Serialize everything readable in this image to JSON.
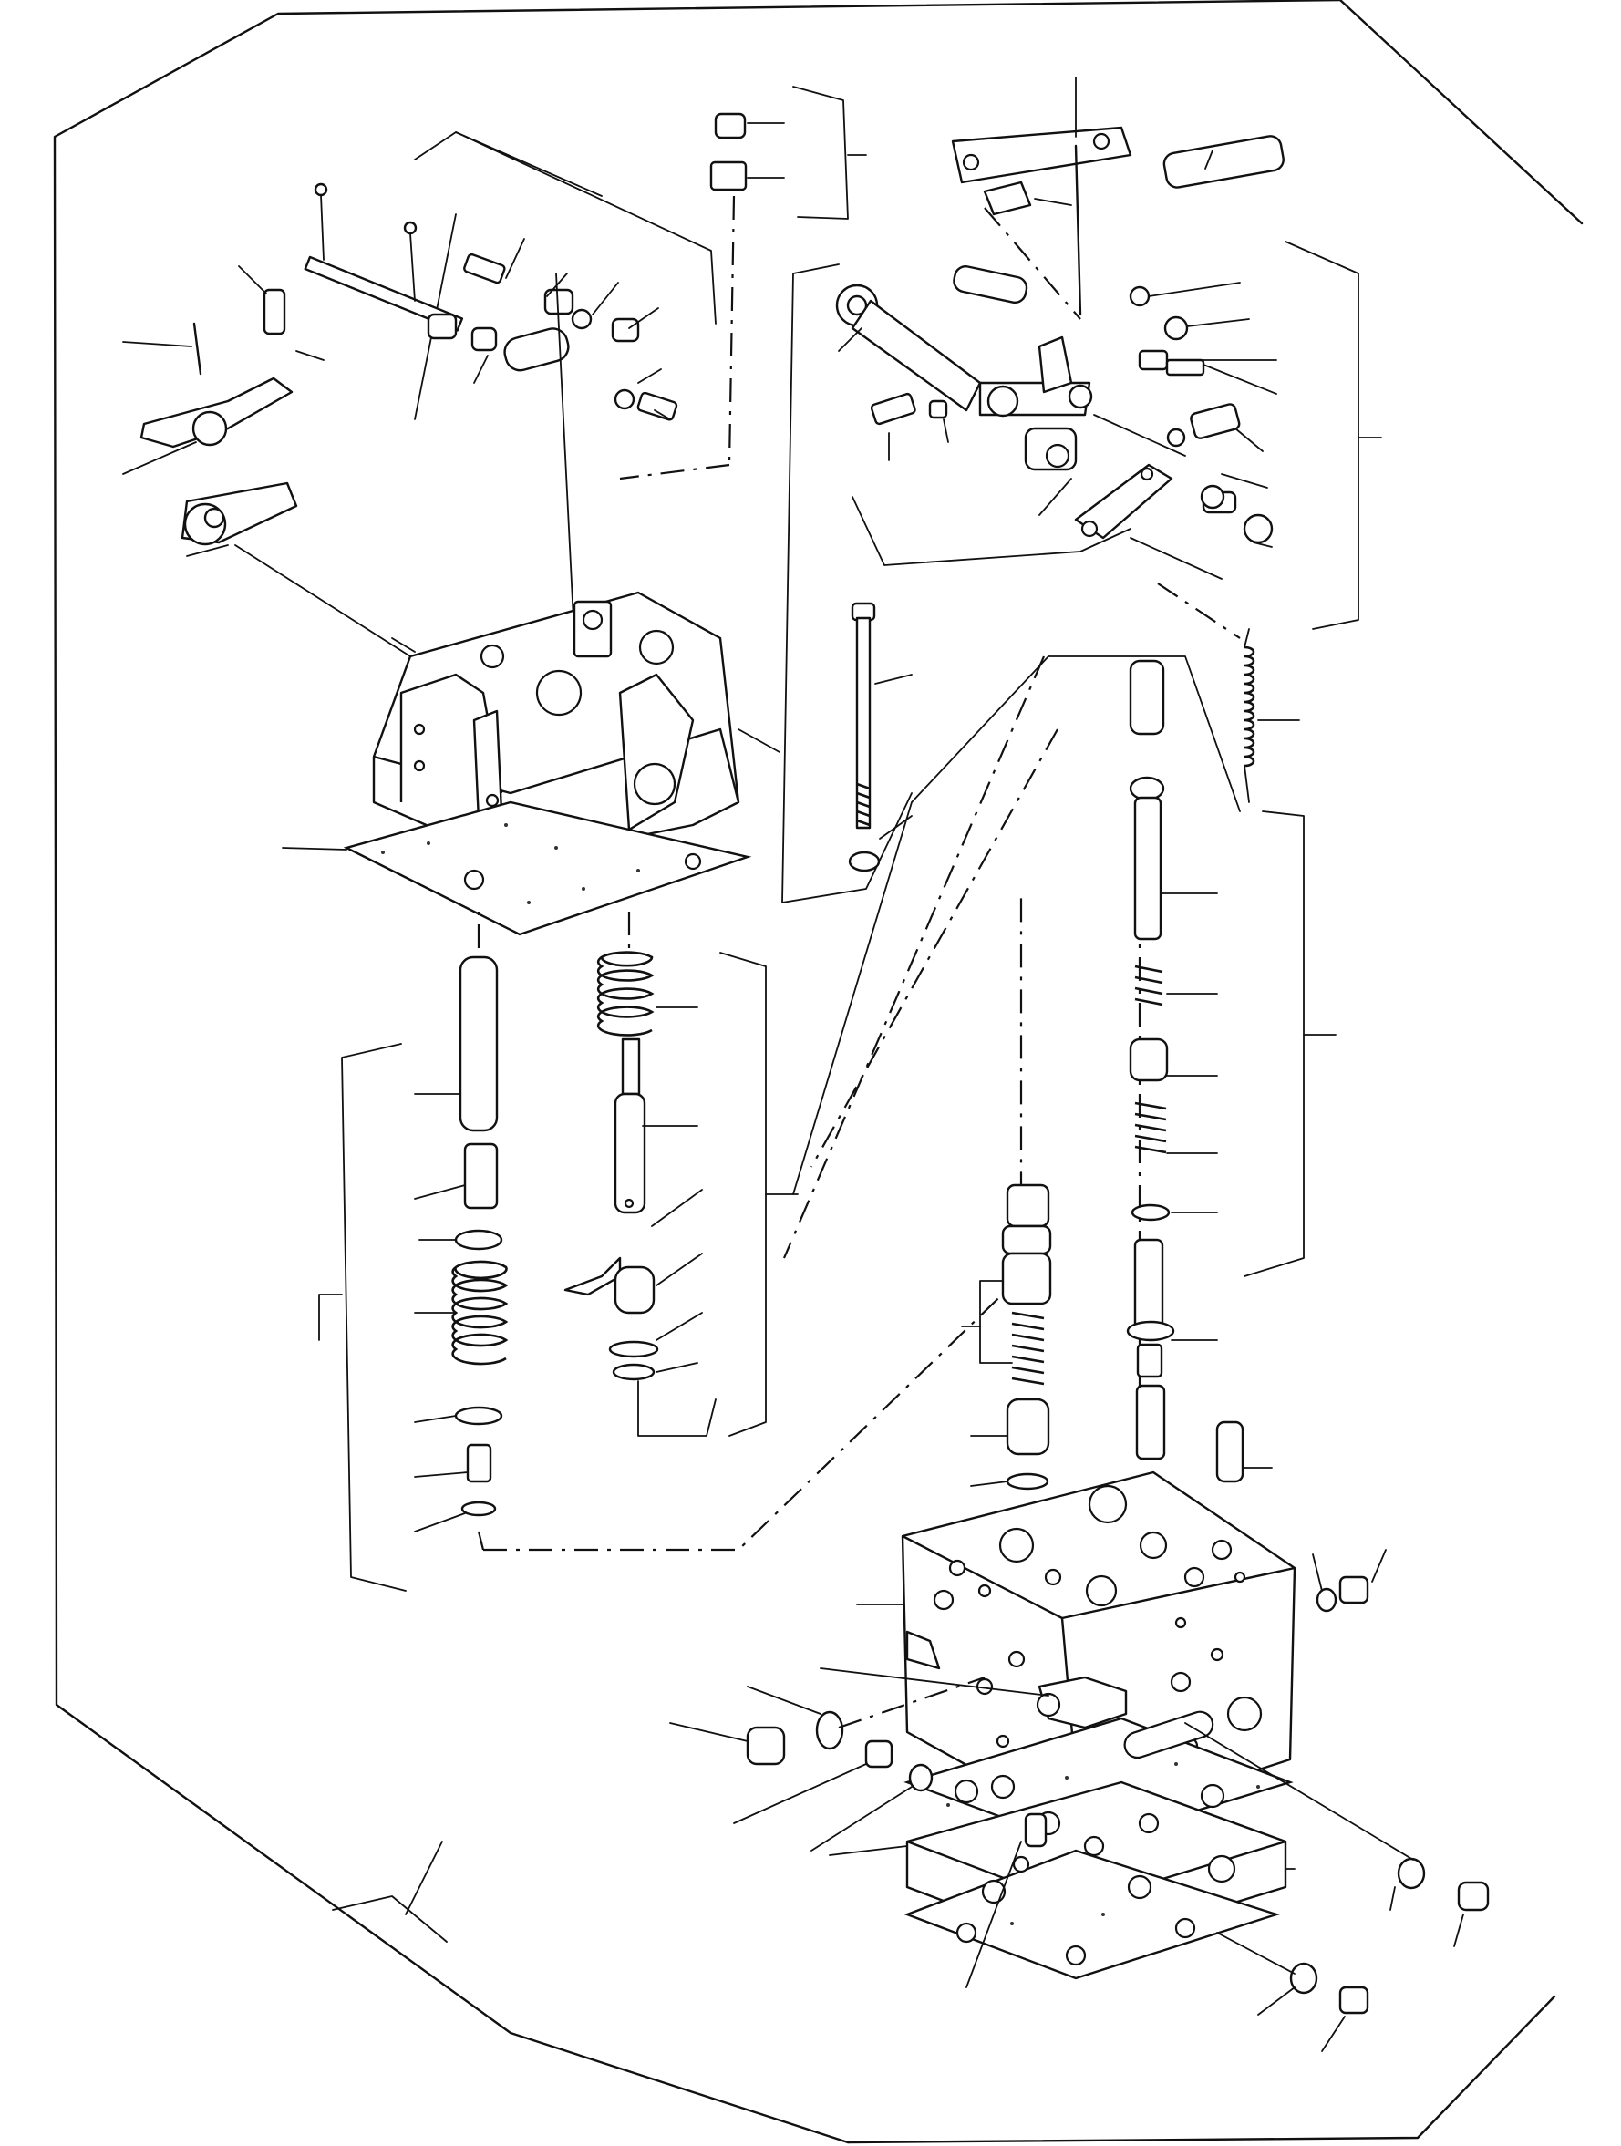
{
  "diagram": {
    "colors": {
      "ink": "#111111",
      "paper": "#ffffff"
    },
    "parts": [
      "outline-frame",
      "upper-valve-body",
      "upper-gasket",
      "lower-valve-body",
      "lower-gaskets",
      "linkage-assembly",
      "left-spool-stack",
      "middle-spool-stack",
      "right-spool-stack",
      "center-spool-stack",
      "tension-springs",
      "long-bolt",
      "fasteners"
    ]
  }
}
